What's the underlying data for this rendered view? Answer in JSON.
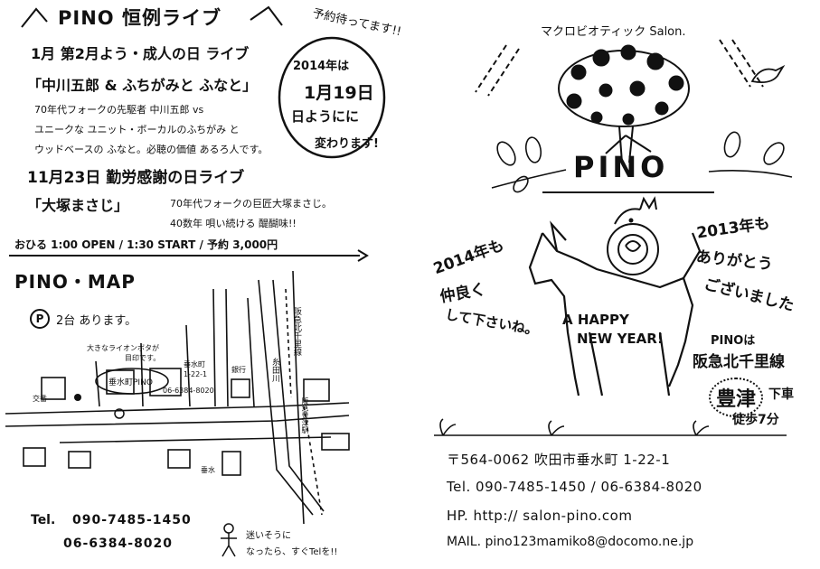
{
  "left": {
    "live_title": "PINO 恒例ライブ",
    "reservation_note": "予約待ってます!!",
    "event1_heading": "1月 第2月よう・成人の日 ライブ",
    "event1_performers": "「中川五郎 & ふちがみと ふなと」",
    "event1_desc": [
      "70年代フォークの先駆者 中川五郎 vs",
      "ユニークな ユニット・ボーカルのふちがみ と",
      "ウッドベースの ふなと。必聴の価値 あるろ人です。"
    ],
    "date_change": [
      "2014年は",
      "1月19日",
      "日ようにに",
      "変わります!"
    ],
    "event2_heading": "11月23日 勤労感謝の日ライブ",
    "event2_performer": "「大塚まさじ」",
    "event2_desc": [
      "70年代フォークの巨匠大塚まさじ。",
      "40数年 唄い続ける 醍醐味!!"
    ],
    "schedule": "おひる 1:00 OPEN / 1:30 START / 予約 3,000円",
    "map_title": "PINO・MAP",
    "parking_icon": "P",
    "parking_text": "2台 あります。",
    "map_labels": {
      "landmark": [
        "大きなライオンボタが",
        "目印です。"
      ],
      "shop": "垂水町PINO",
      "address": [
        "垂水町",
        "1-22-1"
      ],
      "tel_small": "06-6384-8020",
      "station1": "阪急豊津駅",
      "river": "糸田川",
      "line": "阪急北千里線",
      "bank": "銀行",
      "police": "交番",
      "lane": "垂水"
    },
    "contact_tel_label": "Tel.",
    "contact_tel1": "090-7485-1450",
    "contact_tel2": "06-6384-8020",
    "lost_note": [
      "迷いそうに",
      "なったら、すぐTelを!!"
    ]
  },
  "right": {
    "subtitle": "マクロビオティック Salon.",
    "brand": "PINO",
    "greeting_left": [
      "2014年も",
      "仲良く",
      "して下さいね。"
    ],
    "greeting_right": [
      "2013年も",
      "ありがとう",
      "ございました"
    ],
    "new_year": [
      "A HAPPY",
      "NEW YEAR!"
    ],
    "access": [
      "PINOは",
      "阪急北千里線",
      "豊津",
      "下車",
      "徒歩7分"
    ],
    "postal": "〒564-0062 吹田市垂水町 1-22-1",
    "tel": "Tel. 090-7485-1450 / 06-6384-8020",
    "hp": "HP. http:// salon-pino.com",
    "mail": "MAIL. pino123mamiko8@docomo.ne.jp"
  },
  "icons": {
    "tree": "tree-illustration-icon",
    "horse": "horse-illustration-icon",
    "snake": "snake-illustration-icon",
    "bird": "bird-icon",
    "map": "hand-drawn-map-icon"
  }
}
